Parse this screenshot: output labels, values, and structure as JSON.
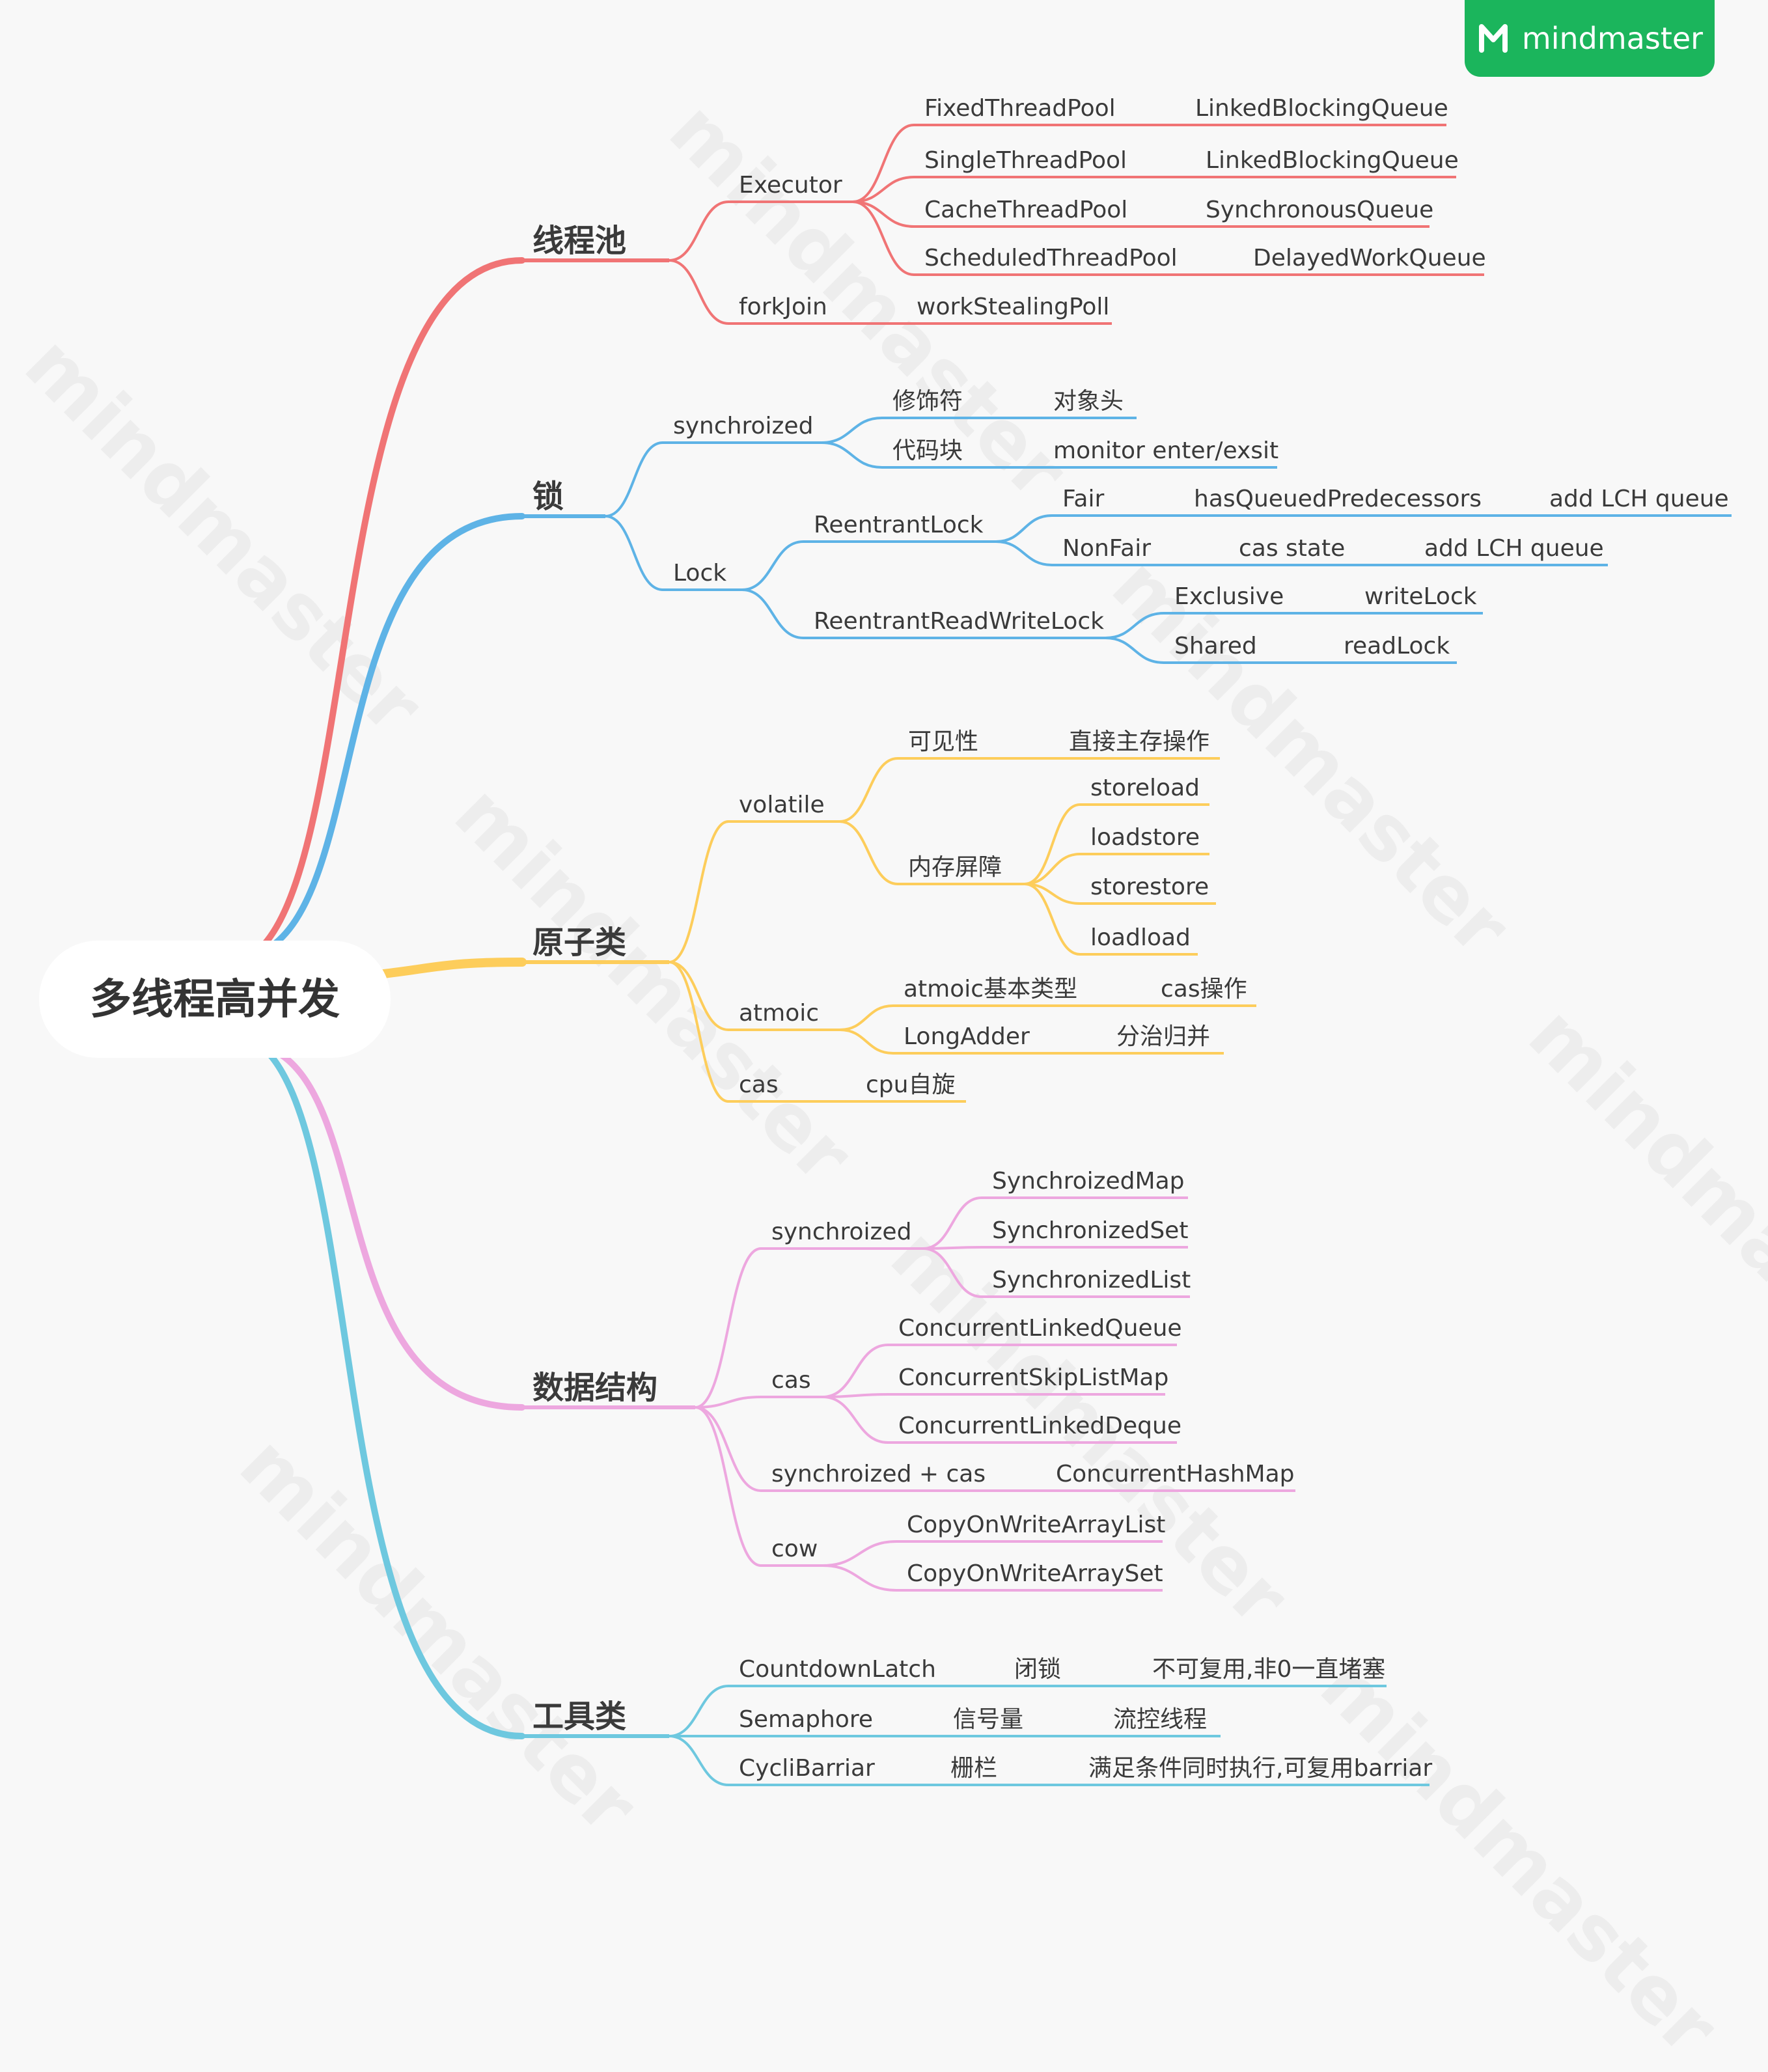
{
  "brand": {
    "label": "mindmaster",
    "color": "#1bb55c"
  },
  "watermark": {
    "label": "mindmaster"
  },
  "root": {
    "label": "多线程高并发"
  },
  "colors": {
    "red": "#f07475",
    "blue": "#5eb3e6",
    "yellow": "#fdcd5b",
    "pink": "#eda7df",
    "teal": "#6ec8df"
  },
  "branches": [
    {
      "label": "线程池",
      "color": "red",
      "children": [
        {
          "label": "Executor",
          "children": [
            {
              "label": "FixedThreadPool",
              "children": [
                {
                  "label": "LinkedBlockingQueue"
                }
              ]
            },
            {
              "label": "SingleThreadPool",
              "children": [
                {
                  "label": "LinkedBlockingQueue"
                }
              ]
            },
            {
              "label": "CacheThreadPool",
              "children": [
                {
                  "label": "SynchronousQueue"
                }
              ]
            },
            {
              "label": "ScheduledThreadPool",
              "children": [
                {
                  "label": "DelayedWorkQueue"
                }
              ]
            }
          ]
        },
        {
          "label": "forkJoin",
          "children": [
            {
              "label": "workStealingPoll"
            }
          ]
        }
      ]
    },
    {
      "label": "锁",
      "color": "blue",
      "children": [
        {
          "label": "synchroized",
          "children": [
            {
              "label": "修饰符",
              "children": [
                {
                  "label": "对象头"
                }
              ]
            },
            {
              "label": "代码块",
              "children": [
                {
                  "label": "monitor enter/exsit"
                }
              ]
            }
          ]
        },
        {
          "label": "Lock",
          "children": [
            {
              "label": "ReentrantLock",
              "children": [
                {
                  "label": "Fair",
                  "children": [
                    {
                      "label": "hasQueuedPredecessors",
                      "children": [
                        {
                          "label": "add LCH queue"
                        }
                      ]
                    }
                  ]
                },
                {
                  "label": "NonFair",
                  "children": [
                    {
                      "label": "cas state",
                      "children": [
                        {
                          "label": "add LCH queue"
                        }
                      ]
                    }
                  ]
                }
              ]
            },
            {
              "label": "ReentrantReadWriteLock",
              "children": [
                {
                  "label": "Exclusive",
                  "children": [
                    {
                      "label": "writeLock"
                    }
                  ]
                },
                {
                  "label": "Shared",
                  "children": [
                    {
                      "label": "readLock"
                    }
                  ]
                }
              ]
            }
          ]
        }
      ]
    },
    {
      "label": "原子类",
      "color": "yellow",
      "children": [
        {
          "label": "volatile",
          "children": [
            {
              "label": "可见性",
              "children": [
                {
                  "label": "直接主存操作"
                }
              ]
            },
            {
              "label": "内存屏障",
              "children": [
                {
                  "label": "storeload"
                },
                {
                  "label": "loadstore"
                },
                {
                  "label": "storestore"
                },
                {
                  "label": "loadload"
                }
              ]
            }
          ]
        },
        {
          "label": "atmoic",
          "children": [
            {
              "label": "atmoic基本类型",
              "children": [
                {
                  "label": "cas操作"
                }
              ]
            },
            {
              "label": "LongAdder",
              "children": [
                {
                  "label": "分治归并"
                }
              ]
            }
          ]
        },
        {
          "label": "cas",
          "children": [
            {
              "label": "cpu自旋"
            }
          ]
        }
      ]
    },
    {
      "label": "数据结构",
      "color": "pink",
      "children": [
        {
          "label": "synchroized",
          "children": [
            {
              "label": "SynchroizedMap"
            },
            {
              "label": "SynchronizedSet"
            },
            {
              "label": "SynchronizedList"
            }
          ]
        },
        {
          "label": "cas",
          "children": [
            {
              "label": "ConcurrentLinkedQueue"
            },
            {
              "label": "ConcurrentSkipListMap"
            },
            {
              "label": "ConcurrentLinkedDeque"
            }
          ]
        },
        {
          "label": "synchroized + cas",
          "children": [
            {
              "label": "ConcurrentHashMap"
            }
          ]
        },
        {
          "label": "cow",
          "children": [
            {
              "label": "CopyOnWriteArrayList"
            },
            {
              "label": "CopyOnWriteArraySet"
            }
          ]
        }
      ]
    },
    {
      "label": "工具类",
      "color": "teal",
      "children": [
        {
          "label": "CountdownLatch",
          "children": [
            {
              "label": "闭锁",
              "children": [
                {
                  "label": "不可复用,非0一直堵塞"
                }
              ]
            }
          ]
        },
        {
          "label": "Semaphore",
          "children": [
            {
              "label": "信号量",
              "children": [
                {
                  "label": "流控线程"
                }
              ]
            }
          ]
        },
        {
          "label": "CycliBarriar",
          "children": [
            {
              "label": "栅栏",
              "children": [
                {
                  "label": "满足条件同时执行,可复用barriar"
                }
              ]
            }
          ]
        }
      ]
    }
  ]
}
